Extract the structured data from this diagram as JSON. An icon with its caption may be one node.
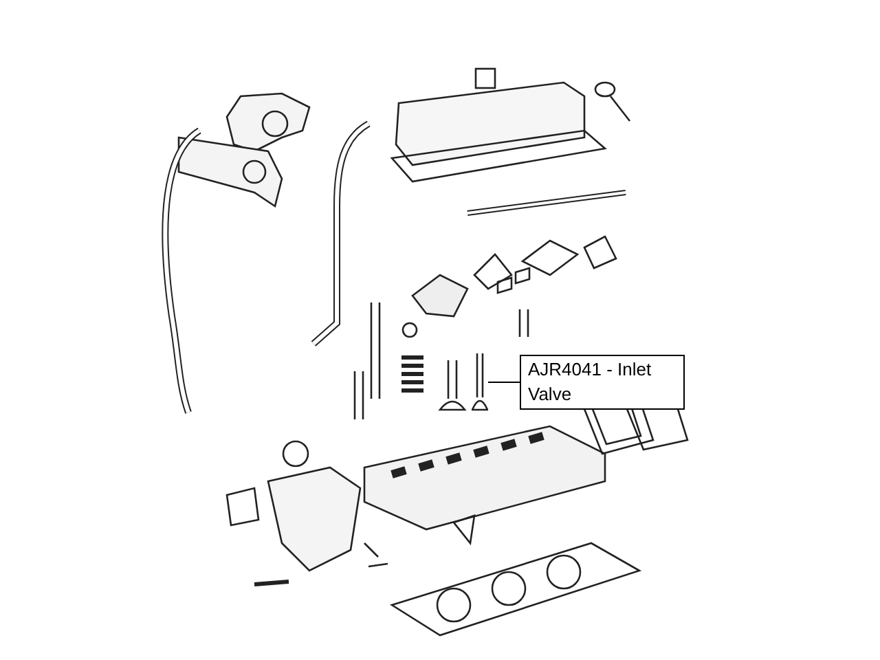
{
  "diagram": {
    "nodes": [
      {
        "text": [
          "AJR4041 - Inlet Valve"
        ]
      },
      {
        "text": [],
        "shape": "picture"
      }
    ],
    "edges": [
      {
        "from": 0,
        "to": 1,
        "arrow": "none"
      }
    ]
  }
}
